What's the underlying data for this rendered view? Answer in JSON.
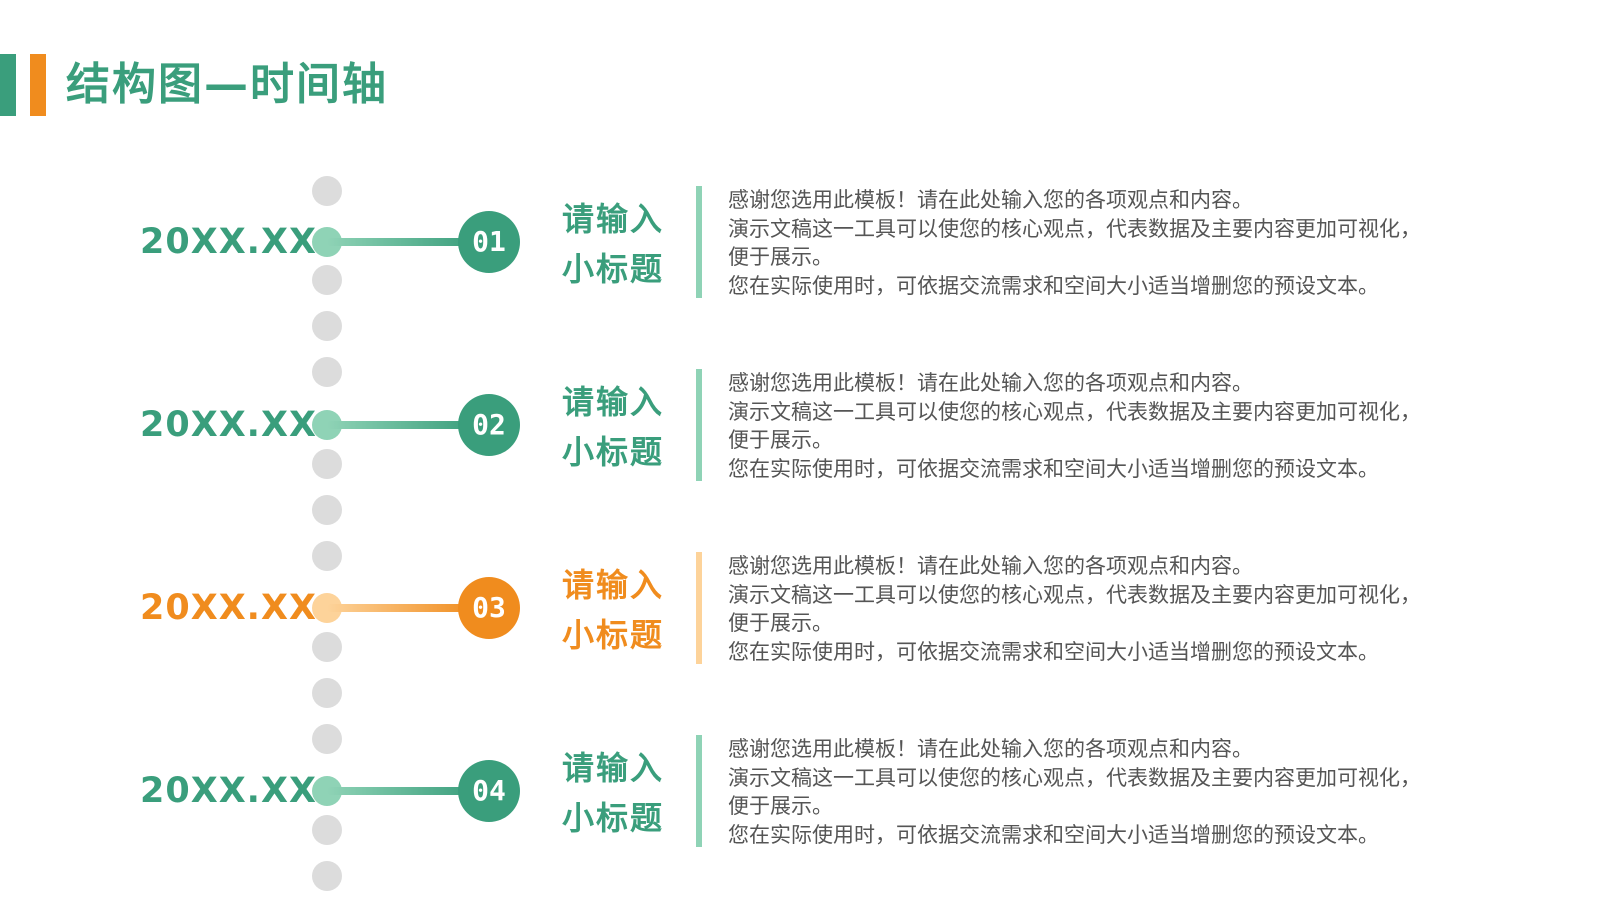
{
  "header": {
    "title": "结构图—时间轴"
  },
  "colors": {
    "green": "#3a9e7c",
    "green_light": "#8fd3b6",
    "orange": "#f08c1e",
    "orange_light": "#fdd39a",
    "spine_dot": "#dcdcdc"
  },
  "timeline": [
    {
      "date": "20XX.XX",
      "number": "01",
      "subtitle_line1": "请输入",
      "subtitle_line2": "小标题",
      "color": "green",
      "desc_line1": "感谢您选用此模板！请在此处输入您的各项观点和内容。",
      "desc_line2": "演示文稿这一工具可以使您的核心观点，代表数据及主要内容更加可视化，",
      "desc_line3": "便于展示。",
      "desc_line4": "您在实际使用时，可依据交流需求和空间大小适当增删您的预设文本。"
    },
    {
      "date": "20XX.XX",
      "number": "02",
      "subtitle_line1": "请输入",
      "subtitle_line2": "小标题",
      "color": "green",
      "desc_line1": "感谢您选用此模板！请在此处输入您的各项观点和内容。",
      "desc_line2": "演示文稿这一工具可以使您的核心观点，代表数据及主要内容更加可视化，",
      "desc_line3": "便于展示。",
      "desc_line4": "您在实际使用时，可依据交流需求和空间大小适当增删您的预设文本。"
    },
    {
      "date": "20XX.XX",
      "number": "03",
      "subtitle_line1": "请输入",
      "subtitle_line2": "小标题",
      "color": "orange",
      "desc_line1": "感谢您选用此模板！请在此处输入您的各项观点和内容。",
      "desc_line2": "演示文稿这一工具可以使您的核心观点，代表数据及主要内容更加可视化，",
      "desc_line3": "便于展示。",
      "desc_line4": "您在实际使用时，可依据交流需求和空间大小适当增删您的预设文本。"
    },
    {
      "date": "20XX.XX",
      "number": "04",
      "subtitle_line1": "请输入",
      "subtitle_line2": "小标题",
      "color": "green",
      "desc_line1": "感谢您选用此模板！请在此处输入您的各项观点和内容。",
      "desc_line2": "演示文稿这一工具可以使您的核心观点，代表数据及主要内容更加可视化，",
      "desc_line3": "便于展示。",
      "desc_line4": "您在实际使用时，可依据交流需求和空间大小适当增删您的预设文本。"
    }
  ]
}
